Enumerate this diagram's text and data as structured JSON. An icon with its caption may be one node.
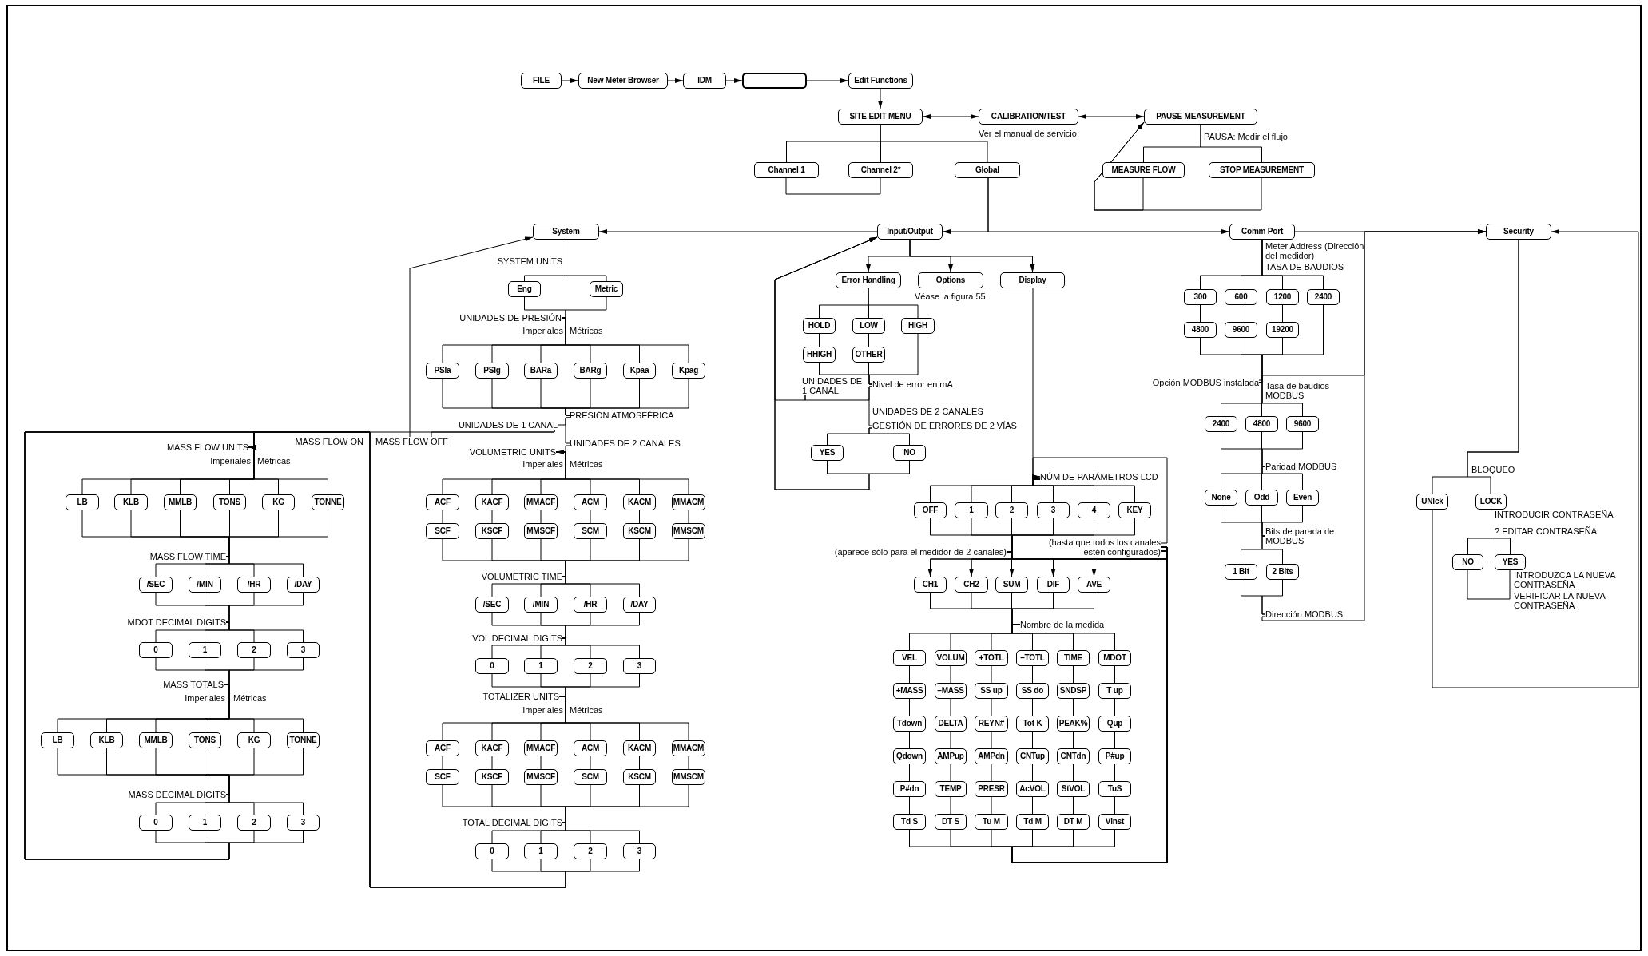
{
  "diagram": {
    "nodes": [
      {
        "text": [
          "FILE"
        ]
      },
      {
        "text": [
          "New Meter Browser"
        ]
      },
      {
        "text": [
          "IDM"
        ]
      },
      {
        "text": [],
        "shape": "box"
      },
      {
        "text": [
          "Edit Functions"
        ]
      },
      {
        "text": [
          "SITE EDIT MENU"
        ]
      },
      {
        "text": [
          "CALIBRATION/TEST"
        ]
      },
      {
        "text": [
          "PAUSE MEASUREMENT"
        ]
      },
      {
        "text": [
          "Channel 1"
        ]
      },
      {
        "text": [
          "Channel 2*"
        ]
      },
      {
        "text": [
          "Global"
        ]
      },
      {
        "text": [
          "MEASURE FLOW"
        ]
      },
      {
        "text": [
          "STOP MEASUREMENT"
        ]
      },
      {
        "text": [
          "System"
        ]
      },
      {
        "text": [
          "Input/Output"
        ]
      },
      {
        "text": [
          "Comm Port"
        ]
      },
      {
        "text": [
          "Security"
        ]
      },
      {
        "text": [
          "Eng"
        ]
      },
      {
        "text": [
          "Metric"
        ]
      },
      {
        "text": [
          "PSIa"
        ]
      },
      {
        "text": [
          "PSIg"
        ]
      },
      {
        "text": [
          "BARa"
        ]
      },
      {
        "text": [
          "BARg"
        ]
      },
      {
        "text": [
          "Kpaa"
        ]
      },
      {
        "text": [
          "Kpag"
        ]
      },
      {
        "text": [
          "LB"
        ]
      },
      {
        "text": [
          "KLB"
        ]
      },
      {
        "text": [
          "MMLB"
        ]
      },
      {
        "text": [
          "TONS"
        ]
      },
      {
        "text": [
          "KG"
        ]
      },
      {
        "text": [
          "TONNE"
        ]
      },
      {
        "text": [
          "ACF"
        ]
      },
      {
        "text": [
          "KACF"
        ]
      },
      {
        "text": [
          "MMACF"
        ]
      },
      {
        "text": [
          "ACM"
        ]
      },
      {
        "text": [
          "KACM"
        ]
      },
      {
        "text": [
          "MMACM"
        ]
      },
      {
        "text": [
          "SCF"
        ]
      },
      {
        "text": [
          "KSCF"
        ]
      },
      {
        "text": [
          "MMSCF"
        ]
      },
      {
        "text": [
          "SCM"
        ]
      },
      {
        "text": [
          "KSCM"
        ]
      },
      {
        "text": [
          "MMSCM"
        ]
      },
      {
        "text": [
          "/SEC"
        ]
      },
      {
        "text": [
          "/MIN"
        ]
      },
      {
        "text": [
          "/HR"
        ]
      },
      {
        "text": [
          "/DAY"
        ]
      },
      {
        "text": [
          "/SEC"
        ]
      },
      {
        "text": [
          "/MIN"
        ]
      },
      {
        "text": [
          "/HR"
        ]
      },
      {
        "text": [
          "/DAY"
        ]
      },
      {
        "text": [
          "0"
        ]
      },
      {
        "text": [
          "1"
        ]
      },
      {
        "text": [
          "2"
        ]
      },
      {
        "text": [
          "3"
        ]
      },
      {
        "text": [
          "0"
        ]
      },
      {
        "text": [
          "1"
        ]
      },
      {
        "text": [
          "2"
        ]
      },
      {
        "text": [
          "3"
        ]
      },
      {
        "text": [
          "LB"
        ]
      },
      {
        "text": [
          "KLB"
        ]
      },
      {
        "text": [
          "MMLB"
        ]
      },
      {
        "text": [
          "TONS"
        ]
      },
      {
        "text": [
          "KG"
        ]
      },
      {
        "text": [
          "TONNE"
        ]
      },
      {
        "text": [
          "ACF"
        ]
      },
      {
        "text": [
          "KACF"
        ]
      },
      {
        "text": [
          "MMACF"
        ]
      },
      {
        "text": [
          "ACM"
        ]
      },
      {
        "text": [
          "KACM"
        ]
      },
      {
        "text": [
          "MMACM"
        ]
      },
      {
        "text": [
          "SCF"
        ]
      },
      {
        "text": [
          "KSCF"
        ]
      },
      {
        "text": [
          "MMSCF"
        ]
      },
      {
        "text": [
          "SCM"
        ]
      },
      {
        "text": [
          "KSCM"
        ]
      },
      {
        "text": [
          "MMSCM"
        ]
      },
      {
        "text": [
          "0"
        ]
      },
      {
        "text": [
          "1"
        ]
      },
      {
        "text": [
          "2"
        ]
      },
      {
        "text": [
          "3"
        ]
      },
      {
        "text": [
          "0"
        ]
      },
      {
        "text": [
          "1"
        ]
      },
      {
        "text": [
          "2"
        ]
      },
      {
        "text": [
          "3"
        ]
      },
      {
        "text": [
          "Error Handling"
        ]
      },
      {
        "text": [
          "Options"
        ]
      },
      {
        "text": [
          "Display"
        ]
      },
      {
        "text": [
          "HOLD"
        ]
      },
      {
        "text": [
          "LOW"
        ]
      },
      {
        "text": [
          "HIGH"
        ]
      },
      {
        "text": [
          "HHIGH"
        ]
      },
      {
        "text": [
          "OTHER"
        ]
      },
      {
        "text": [
          "YES"
        ]
      },
      {
        "text": [
          "NO"
        ]
      },
      {
        "text": [
          "OFF"
        ]
      },
      {
        "text": [
          "1"
        ]
      },
      {
        "text": [
          "2"
        ]
      },
      {
        "text": [
          "3"
        ]
      },
      {
        "text": [
          "4"
        ]
      },
      {
        "text": [
          "KEY"
        ]
      },
      {
        "text": [
          "CH1"
        ]
      },
      {
        "text": [
          "CH2"
        ]
      },
      {
        "text": [
          "SUM"
        ]
      },
      {
        "text": [
          "DIF"
        ]
      },
      {
        "text": [
          "AVE"
        ]
      },
      {
        "text": [
          "VEL"
        ]
      },
      {
        "text": [
          "VOLUM"
        ]
      },
      {
        "text": [
          "+TOTL"
        ]
      },
      {
        "text": [
          "–TOTL"
        ]
      },
      {
        "text": [
          "TIME"
        ]
      },
      {
        "text": [
          "MDOT"
        ]
      },
      {
        "text": [
          "+MASS"
        ]
      },
      {
        "text": [
          "–MASS"
        ]
      },
      {
        "text": [
          "SS up"
        ]
      },
      {
        "text": [
          "SS do"
        ]
      },
      {
        "text": [
          "SNDSP"
        ]
      },
      {
        "text": [
          "T up"
        ]
      },
      {
        "text": [
          "Tdown"
        ]
      },
      {
        "text": [
          "DELTA"
        ]
      },
      {
        "text": [
          "REYN#"
        ]
      },
      {
        "text": [
          "Tot K"
        ]
      },
      {
        "text": [
          "PEAK%"
        ]
      },
      {
        "text": [
          "Qup"
        ]
      },
      {
        "text": [
          "Qdown"
        ]
      },
      {
        "text": [
          "AMPup"
        ]
      },
      {
        "text": [
          "AMPdn"
        ]
      },
      {
        "text": [
          "CNTup"
        ]
      },
      {
        "text": [
          "CNTdn"
        ]
      },
      {
        "text": [
          "P#up"
        ]
      },
      {
        "text": [
          "P#dn"
        ]
      },
      {
        "text": [
          "TEMP"
        ]
      },
      {
        "text": [
          "PRESR"
        ]
      },
      {
        "text": [
          "AcVOL"
        ]
      },
      {
        "text": [
          "StVOL"
        ]
      },
      {
        "text": [
          "TuS"
        ]
      },
      {
        "text": [
          "Td S"
        ]
      },
      {
        "text": [
          "DT S"
        ]
      },
      {
        "text": [
          "Tu M"
        ]
      },
      {
        "text": [
          "Td M"
        ]
      },
      {
        "text": [
          "DT M"
        ]
      },
      {
        "text": [
          "Vinst"
        ]
      },
      {
        "text": [
          "300"
        ]
      },
      {
        "text": [
          "600"
        ]
      },
      {
        "text": [
          "1200"
        ]
      },
      {
        "text": [
          "2400"
        ]
      },
      {
        "text": [
          "4800"
        ]
      },
      {
        "text": [
          "9600"
        ]
      },
      {
        "text": [
          "19200"
        ]
      },
      {
        "text": [
          "2400"
        ]
      },
      {
        "text": [
          "4800"
        ]
      },
      {
        "text": [
          "9600"
        ]
      },
      {
        "text": [
          "None"
        ]
      },
      {
        "text": [
          "Odd"
        ]
      },
      {
        "text": [
          "Even"
        ]
      },
      {
        "text": [
          "1 Bit"
        ]
      },
      {
        "text": [
          "2 Bits"
        ]
      },
      {
        "text": [
          "UNlck"
        ]
      },
      {
        "text": [
          "LOCK"
        ]
      },
      {
        "text": [
          "NO"
        ]
      },
      {
        "text": [
          "YES"
        ]
      },
      {
        "text": [
          "UNIDADES DE PRESIÓN"
        ]
      },
      {
        "text": [
          "PRESIÓN ATMOSFÉRICA"
        ]
      },
      {
        "text": [
          "UNIDADES DE 1 CANAL"
        ]
      },
      {
        "text": [
          "MASS FLOW OFF"
        ]
      },
      {
        "text": [
          "UNIDADES DE 2 CANALES"
        ]
      },
      {
        "text": [
          "VOLUMETRIC UNITS"
        ]
      },
      {
        "text": [
          "MASS FLOW UNITS"
        ]
      },
      {
        "text": [
          "MASS FLOW TIME"
        ]
      },
      {
        "text": [
          "VOLUMETRIC TIME"
        ]
      },
      {
        "text": [
          "MDOT DECIMAL DIGITS"
        ]
      },
      {
        "text": [
          "VOL DECIMAL DIGITS"
        ]
      },
      {
        "text": [
          "MASS TOTALS"
        ]
      },
      {
        "text": [
          "TOTALIZER UNITS"
        ]
      },
      {
        "text": [
          "MASS DECIMAL DIGITS"
        ]
      },
      {
        "text": [
          "TOTAL DECIMAL DIGITS"
        ]
      },
      {
        "text": [
          "Nivel de error en mA"
        ]
      },
      {
        "text": [
          "UNIDADES DE 1 CANAL"
        ]
      },
      {
        "text": [
          "GESTIÓN DE ERRORES DE 2 VÍAS"
        ]
      },
      {
        "text": [
          "NÚM DE PARÁMETROS LCD"
        ]
      },
      {
        "text": [
          "(hasta que todos los canales estén configurados)"
        ]
      },
      {
        "text": [
          "(aparece sólo para el medidor de 2 canales)"
        ]
      },
      {
        "text": [
          "Nombre de la medida"
        ]
      },
      {
        "text": [
          "Opción MODBUS instalada"
        ]
      },
      {
        "text": [
          "Paridad MODBUS"
        ]
      },
      {
        "text": [
          "Bits de parada de MODBUS"
        ]
      },
      {
        "text": [
          "Dirección MODBUS"
        ]
      }
    ],
    "edges": [
      {
        "from": 0,
        "to": 1,
        "arrow": "to"
      },
      {
        "from": 1,
        "to": 2,
        "arrow": "to"
      },
      {
        "from": 2,
        "to": 3,
        "arrow": "to"
      },
      {
        "from": 3,
        "to": 4,
        "arrow": "to"
      },
      {
        "from": 4,
        "to": 5,
        "arrow": "to"
      },
      {
        "from": 5,
        "to": 6,
        "arrow": "both"
      },
      {
        "from": 6,
        "to": 7,
        "arrow": "both"
      },
      {
        "from": 5,
        "to": 8,
        "arrow": "none"
      },
      {
        "from": 5,
        "to": 9,
        "arrow": "none"
      },
      {
        "from": 5,
        "to": 10,
        "arrow": "none"
      },
      {
        "from": 8,
        "to": 9,
        "arrow": "none"
      },
      {
        "from": 7,
        "to": 11,
        "arrow": "none"
      },
      {
        "from": 7,
        "to": 12,
        "arrow": "none"
      },
      {
        "from": 11,
        "to": 7,
        "arrow": "to"
      },
      {
        "from": 12,
        "to": 7,
        "arrow": "to"
      },
      {
        "from": 10,
        "to": 14,
        "arrow": "to"
      },
      {
        "from": 10,
        "to": 15,
        "arrow": "to"
      },
      {
        "from": 14,
        "to": 13,
        "arrow": "to"
      },
      {
        "from": 15,
        "to": 16,
        "arrow": "to"
      },
      {
        "from": 13,
        "to": 17,
        "arrow": "none"
      },
      {
        "from": 13,
        "to": 18,
        "arrow": "none"
      },
      {
        "from": 17,
        "to": 161,
        "arrow": "none"
      },
      {
        "from": 18,
        "to": 161,
        "arrow": "none"
      },
      {
        "from": 161,
        "to": 19,
        "arrow": "none"
      },
      {
        "from": 161,
        "to": 20,
        "arrow": "none"
      },
      {
        "from": 161,
        "to": 21,
        "arrow": "none"
      },
      {
        "from": 161,
        "to": 22,
        "arrow": "none"
      },
      {
        "from": 161,
        "to": 23,
        "arrow": "none"
      },
      {
        "from": 161,
        "to": 24,
        "arrow": "none"
      },
      {
        "from": 19,
        "to": 162,
        "arrow": "none"
      },
      {
        "from": 20,
        "to": 162,
        "arrow": "none"
      },
      {
        "from": 21,
        "to": 162,
        "arrow": "none"
      },
      {
        "from": 22,
        "to": 162,
        "arrow": "none"
      },
      {
        "from": 23,
        "to": 162,
        "arrow": "none"
      },
      {
        "from": 24,
        "to": 162,
        "arrow": "none"
      },
      {
        "from": 162,
        "to": 163,
        "arrow": "none"
      },
      {
        "from": 162,
        "to": 165,
        "arrow": "none"
      },
      {
        "from": 165,
        "to": 166,
        "arrow": "to"
      },
      {
        "from": 163,
        "to": 164,
        "arrow": "none"
      },
      {
        "from": 163,
        "to": 167,
        "arrow": "none"
      },
      {
        "from": 164,
        "to": 13,
        "arrow": "to"
      },
      {
        "from": 166,
        "to": 31,
        "arrow": "none"
      },
      {
        "from": 166,
        "to": 32,
        "arrow": "none"
      },
      {
        "from": 166,
        "to": 33,
        "arrow": "none"
      },
      {
        "from": 166,
        "to": 34,
        "arrow": "none"
      },
      {
        "from": 166,
        "to": 35,
        "arrow": "none"
      },
      {
        "from": 166,
        "to": 36,
        "arrow": "none"
      },
      {
        "from": 31,
        "to": 37,
        "arrow": "none"
      },
      {
        "from": 32,
        "to": 38,
        "arrow": "none"
      },
      {
        "from": 33,
        "to": 39,
        "arrow": "none"
      },
      {
        "from": 34,
        "to": 40,
        "arrow": "none"
      },
      {
        "from": 35,
        "to": 41,
        "arrow": "none"
      },
      {
        "from": 36,
        "to": 42,
        "arrow": "none"
      },
      {
        "from": 37,
        "to": 169,
        "arrow": "none"
      },
      {
        "from": 38,
        "to": 169,
        "arrow": "none"
      },
      {
        "from": 39,
        "to": 169,
        "arrow": "none"
      },
      {
        "from": 40,
        "to": 169,
        "arrow": "none"
      },
      {
        "from": 41,
        "to": 169,
        "arrow": "none"
      },
      {
        "from": 42,
        "to": 169,
        "arrow": "none"
      },
      {
        "from": 169,
        "to": 47,
        "arrow": "none"
      },
      {
        "from": 169,
        "to": 48,
        "arrow": "none"
      },
      {
        "from": 169,
        "to": 49,
        "arrow": "none"
      },
      {
        "from": 169,
        "to": 50,
        "arrow": "none"
      },
      {
        "from": 47,
        "to": 171,
        "arrow": "none"
      },
      {
        "from": 48,
        "to": 171,
        "arrow": "none"
      },
      {
        "from": 49,
        "to": 171,
        "arrow": "none"
      },
      {
        "from": 50,
        "to": 171,
        "arrow": "none"
      },
      {
        "from": 171,
        "to": 55,
        "arrow": "none"
      },
      {
        "from": 171,
        "to": 56,
        "arrow": "none"
      },
      {
        "from": 171,
        "to": 57,
        "arrow": "none"
      },
      {
        "from": 171,
        "to": 58,
        "arrow": "none"
      },
      {
        "from": 55,
        "to": 173,
        "arrow": "none"
      },
      {
        "from": 56,
        "to": 173,
        "arrow": "none"
      },
      {
        "from": 57,
        "to": 173,
        "arrow": "none"
      },
      {
        "from": 58,
        "to": 173,
        "arrow": "none"
      },
      {
        "from": 173,
        "to": 65,
        "arrow": "none"
      },
      {
        "from": 173,
        "to": 66,
        "arrow": "none"
      },
      {
        "from": 173,
        "to": 67,
        "arrow": "none"
      },
      {
        "from": 173,
        "to": 68,
        "arrow": "none"
      },
      {
        "from": 173,
        "to": 69,
        "arrow": "none"
      },
      {
        "from": 173,
        "to": 70,
        "arrow": "none"
      },
      {
        "from": 65,
        "to": 71,
        "arrow": "none"
      },
      {
        "from": 66,
        "to": 72,
        "arrow": "none"
      },
      {
        "from": 67,
        "to": 73,
        "arrow": "none"
      },
      {
        "from": 68,
        "to": 74,
        "arrow": "none"
      },
      {
        "from": 69,
        "to": 75,
        "arrow": "none"
      },
      {
        "from": 70,
        "to": 76,
        "arrow": "none"
      },
      {
        "from": 71,
        "to": 175,
        "arrow": "none"
      },
      {
        "from": 72,
        "to": 175,
        "arrow": "none"
      },
      {
        "from": 73,
        "to": 175,
        "arrow": "none"
      },
      {
        "from": 74,
        "to": 175,
        "arrow": "none"
      },
      {
        "from": 75,
        "to": 175,
        "arrow": "none"
      },
      {
        "from": 76,
        "to": 175,
        "arrow": "none"
      },
      {
        "from": 175,
        "to": 81,
        "arrow": "none"
      },
      {
        "from": 175,
        "to": 82,
        "arrow": "none"
      },
      {
        "from": 175,
        "to": 83,
        "arrow": "none"
      },
      {
        "from": 175,
        "to": 84,
        "arrow": "none"
      },
      {
        "from": 81,
        "to": 167,
        "arrow": "to"
      },
      {
        "from": 82,
        "to": 167,
        "arrow": "to"
      },
      {
        "from": 83,
        "to": 167,
        "arrow": "to"
      },
      {
        "from": 84,
        "to": 167,
        "arrow": "to"
      },
      {
        "from": 167,
        "to": 25,
        "arrow": "none"
      },
      {
        "from": 167,
        "to": 26,
        "arrow": "none"
      },
      {
        "from": 167,
        "to": 27,
        "arrow": "none"
      },
      {
        "from": 167,
        "to": 28,
        "arrow": "none"
      },
      {
        "from": 167,
        "to": 29,
        "arrow": "none"
      },
      {
        "from": 167,
        "to": 30,
        "arrow": "none"
      },
      {
        "from": 25,
        "to": 168,
        "arrow": "none"
      },
      {
        "from": 26,
        "to": 168,
        "arrow": "none"
      },
      {
        "from": 27,
        "to": 168,
        "arrow": "none"
      },
      {
        "from": 28,
        "to": 168,
        "arrow": "none"
      },
      {
        "from": 29,
        "to": 168,
        "arrow": "none"
      },
      {
        "from": 30,
        "to": 168,
        "arrow": "none"
      },
      {
        "from": 168,
        "to": 43,
        "arrow": "none"
      },
      {
        "from": 168,
        "to": 44,
        "arrow": "none"
      },
      {
        "from": 168,
        "to": 45,
        "arrow": "none"
      },
      {
        "from": 168,
        "to": 46,
        "arrow": "none"
      },
      {
        "from": 43,
        "to": 170,
        "arrow": "none"
      },
      {
        "from": 44,
        "to": 170,
        "arrow": "none"
      },
      {
        "from": 45,
        "to": 170,
        "arrow": "none"
      },
      {
        "from": 46,
        "to": 170,
        "arrow": "none"
      },
      {
        "from": 170,
        "to": 51,
        "arrow": "none"
      },
      {
        "from": 170,
        "to": 52,
        "arrow": "none"
      },
      {
        "from": 170,
        "to": 53,
        "arrow": "none"
      },
      {
        "from": 170,
        "to": 54,
        "arrow": "none"
      },
      {
        "from": 51,
        "to": 172,
        "arrow": "none"
      },
      {
        "from": 52,
        "to": 172,
        "arrow": "none"
      },
      {
        "from": 53,
        "to": 172,
        "arrow": "none"
      },
      {
        "from": 54,
        "to": 172,
        "arrow": "none"
      },
      {
        "from": 172,
        "to": 59,
        "arrow": "none"
      },
      {
        "from": 172,
        "to": 60,
        "arrow": "none"
      },
      {
        "from": 172,
        "to": 61,
        "arrow": "none"
      },
      {
        "from": 172,
        "to": 62,
        "arrow": "none"
      },
      {
        "from": 172,
        "to": 63,
        "arrow": "none"
      },
      {
        "from": 172,
        "to": 64,
        "arrow": "none"
      },
      {
        "from": 59,
        "to": 174,
        "arrow": "none"
      },
      {
        "from": 60,
        "to": 174,
        "arrow": "none"
      },
      {
        "from": 61,
        "to": 174,
        "arrow": "none"
      },
      {
        "from": 62,
        "to": 174,
        "arrow": "none"
      },
      {
        "from": 63,
        "to": 174,
        "arrow": "none"
      },
      {
        "from": 64,
        "to": 174,
        "arrow": "none"
      },
      {
        "from": 174,
        "to": 77,
        "arrow": "none"
      },
      {
        "from": 174,
        "to": 78,
        "arrow": "none"
      },
      {
        "from": 174,
        "to": 79,
        "arrow": "none"
      },
      {
        "from": 174,
        "to": 80,
        "arrow": "none"
      },
      {
        "from": 77,
        "to": 167,
        "arrow": "none"
      },
      {
        "from": 78,
        "to": 167,
        "arrow": "none"
      },
      {
        "from": 79,
        "to": 167,
        "arrow": "none"
      },
      {
        "from": 80,
        "to": 167,
        "arrow": "none"
      },
      {
        "from": 14,
        "to": 85,
        "arrow": "to"
      },
      {
        "from": 14,
        "to": 86,
        "arrow": "to"
      },
      {
        "from": 14,
        "to": 87,
        "arrow": "to"
      },
      {
        "from": 85,
        "to": 88,
        "arrow": "none"
      },
      {
        "from": 85,
        "to": 89,
        "arrow": "none"
      },
      {
        "from": 85,
        "to": 90,
        "arrow": "none"
      },
      {
        "from": 88,
        "to": 91,
        "arrow": "none"
      },
      {
        "from": 89,
        "to": 92,
        "arrow": "none"
      },
      {
        "from": 91,
        "to": 176,
        "arrow": "none"
      },
      {
        "from": 92,
        "to": 176,
        "arrow": "none"
      },
      {
        "from": 90,
        "to": 176,
        "arrow": "none"
      },
      {
        "from": 176,
        "to": 177,
        "arrow": "none"
      },
      {
        "from": 177,
        "to": 14,
        "arrow": "to"
      },
      {
        "from": 176,
        "to": 178,
        "arrow": "none"
      },
      {
        "from": 178,
        "to": 93,
        "arrow": "none"
      },
      {
        "from": 178,
        "to": 94,
        "arrow": "none"
      },
      {
        "from": 93,
        "to": 14,
        "arrow": "to"
      },
      {
        "from": 94,
        "to": 14,
        "arrow": "to"
      },
      {
        "from": 87,
        "to": 179,
        "arrow": "to"
      },
      {
        "from": 179,
        "to": 95,
        "arrow": "none"
      },
      {
        "from": 179,
        "to": 96,
        "arrow": "none"
      },
      {
        "from": 179,
        "to": 97,
        "arrow": "none"
      },
      {
        "from": 179,
        "to": 98,
        "arrow": "none"
      },
      {
        "from": 179,
        "to": 99,
        "arrow": "none"
      },
      {
        "from": 179,
        "to": 100,
        "arrow": "none"
      },
      {
        "from": 95,
        "to": 181,
        "arrow": "none"
      },
      {
        "from": 96,
        "to": 181,
        "arrow": "none"
      },
      {
        "from": 97,
        "to": 181,
        "arrow": "none"
      },
      {
        "from": 98,
        "to": 181,
        "arrow": "none"
      },
      {
        "from": 99,
        "to": 181,
        "arrow": "none"
      },
      {
        "from": 100,
        "to": 181,
        "arrow": "none"
      },
      {
        "from": 181,
        "to": 101,
        "arrow": "none"
      },
      {
        "from": 181,
        "to": 102,
        "arrow": "none"
      },
      {
        "from": 181,
        "to": 103,
        "arrow": "none"
      },
      {
        "from": 181,
        "to": 104,
        "arrow": "none"
      },
      {
        "from": 181,
        "to": 105,
        "arrow": "none"
      },
      {
        "from": 101,
        "to": 182,
        "arrow": "none"
      },
      {
        "from": 102,
        "to": 182,
        "arrow": "none"
      },
      {
        "from": 103,
        "to": 182,
        "arrow": "none"
      },
      {
        "from": 104,
        "to": 182,
        "arrow": "none"
      },
      {
        "from": 105,
        "to": 182,
        "arrow": "none"
      },
      {
        "from": 182,
        "to": 106,
        "arrow": "none"
      },
      {
        "from": 182,
        "to": 107,
        "arrow": "none"
      },
      {
        "from": 182,
        "to": 108,
        "arrow": "none"
      },
      {
        "from": 182,
        "to": 109,
        "arrow": "none"
      },
      {
        "from": 182,
        "to": 110,
        "arrow": "none"
      },
      {
        "from": 182,
        "to": 111,
        "arrow": "none"
      },
      {
        "from": 106,
        "to": 112,
        "arrow": "none"
      },
      {
        "from": 107,
        "to": 113,
        "arrow": "none"
      },
      {
        "from": 108,
        "to": 114,
        "arrow": "none"
      },
      {
        "from": 109,
        "to": 115,
        "arrow": "none"
      },
      {
        "from": 110,
        "to": 116,
        "arrow": "none"
      },
      {
        "from": 111,
        "to": 117,
        "arrow": "none"
      },
      {
        "from": 112,
        "to": 118,
        "arrow": "none"
      },
      {
        "from": 113,
        "to": 119,
        "arrow": "none"
      },
      {
        "from": 114,
        "to": 120,
        "arrow": "none"
      },
      {
        "from": 115,
        "to": 121,
        "arrow": "none"
      },
      {
        "from": 116,
        "to": 122,
        "arrow": "none"
      },
      {
        "from": 117,
        "to": 123,
        "arrow": "none"
      },
      {
        "from": 118,
        "to": 124,
        "arrow": "none"
      },
      {
        "from": 119,
        "to": 125,
        "arrow": "none"
      },
      {
        "from": 120,
        "to": 126,
        "arrow": "none"
      },
      {
        "from": 121,
        "to": 127,
        "arrow": "none"
      },
      {
        "from": 122,
        "to": 128,
        "arrow": "none"
      },
      {
        "from": 123,
        "to": 129,
        "arrow": "none"
      },
      {
        "from": 124,
        "to": 130,
        "arrow": "none"
      },
      {
        "from": 125,
        "to": 131,
        "arrow": "none"
      },
      {
        "from": 126,
        "to": 132,
        "arrow": "none"
      },
      {
        "from": 127,
        "to": 133,
        "arrow": "none"
      },
      {
        "from": 128,
        "to": 134,
        "arrow": "none"
      },
      {
        "from": 129,
        "to": 135,
        "arrow": "none"
      },
      {
        "from": 130,
        "to": 136,
        "arrow": "none"
      },
      {
        "from": 131,
        "to": 137,
        "arrow": "none"
      },
      {
        "from": 132,
        "to": 138,
        "arrow": "none"
      },
      {
        "from": 133,
        "to": 139,
        "arrow": "none"
      },
      {
        "from": 134,
        "to": 140,
        "arrow": "none"
      },
      {
        "from": 135,
        "to": 141,
        "arrow": "none"
      },
      {
        "from": 136,
        "to": 180,
        "arrow": "none"
      },
      {
        "from": 137,
        "to": 180,
        "arrow": "none"
      },
      {
        "from": 138,
        "to": 180,
        "arrow": "none"
      },
      {
        "from": 139,
        "to": 180,
        "arrow": "none"
      },
      {
        "from": 140,
        "to": 180,
        "arrow": "none"
      },
      {
        "from": 141,
        "to": 180,
        "arrow": "none"
      },
      {
        "from": 180,
        "to": 179,
        "arrow": "to"
      },
      {
        "from": 180,
        "to": 101,
        "arrow": "to"
      },
      {
        "from": 180,
        "to": 102,
        "arrow": "to"
      },
      {
        "from": 180,
        "to": 103,
        "arrow": "to"
      },
      {
        "from": 180,
        "to": 104,
        "arrow": "to"
      },
      {
        "from": 180,
        "to": 105,
        "arrow": "to"
      },
      {
        "from": 15,
        "to": 142,
        "arrow": "none"
      },
      {
        "from": 15,
        "to": 143,
        "arrow": "none"
      },
      {
        "from": 15,
        "to": 144,
        "arrow": "none"
      },
      {
        "from": 15,
        "to": 145,
        "arrow": "none"
      },
      {
        "from": 142,
        "to": 146,
        "arrow": "none"
      },
      {
        "from": 143,
        "to": 147,
        "arrow": "none"
      },
      {
        "from": 144,
        "to": 148,
        "arrow": "none"
      },
      {
        "from": 146,
        "to": 183,
        "arrow": "none"
      },
      {
        "from": 147,
        "to": 183,
        "arrow": "none"
      },
      {
        "from": 148,
        "to": 183,
        "arrow": "none"
      },
      {
        "from": 145,
        "to": 183,
        "arrow": "none"
      },
      {
        "from": 183,
        "to": 16,
        "arrow": "to"
      },
      {
        "from": 183,
        "to": 149,
        "arrow": "none"
      },
      {
        "from": 183,
        "to": 150,
        "arrow": "none"
      },
      {
        "from": 183,
        "to": 151,
        "arrow": "none"
      },
      {
        "from": 149,
        "to": 184,
        "arrow": "none"
      },
      {
        "from": 150,
        "to": 184,
        "arrow": "none"
      },
      {
        "from": 151,
        "to": 184,
        "arrow": "none"
      },
      {
        "from": 184,
        "to": 152,
        "arrow": "none"
      },
      {
        "from": 184,
        "to": 153,
        "arrow": "none"
      },
      {
        "from": 184,
        "to": 154,
        "arrow": "none"
      },
      {
        "from": 152,
        "to": 185,
        "arrow": "none"
      },
      {
        "from": 153,
        "to": 185,
        "arrow": "none"
      },
      {
        "from": 154,
        "to": 185,
        "arrow": "none"
      },
      {
        "from": 185,
        "to": 155,
        "arrow": "none"
      },
      {
        "from": 185,
        "to": 156,
        "arrow": "none"
      },
      {
        "from": 155,
        "to": 186,
        "arrow": "none"
      },
      {
        "from": 156,
        "to": 186,
        "arrow": "none"
      },
      {
        "from": 186,
        "to": 16,
        "arrow": "to"
      },
      {
        "from": 16,
        "to": 157,
        "arrow": "none"
      },
      {
        "from": 16,
        "to": 158,
        "arrow": "none"
      },
      {
        "from": 158,
        "to": 159,
        "arrow": "none"
      },
      {
        "from": 158,
        "to": 160,
        "arrow": "none"
      },
      {
        "from": 159,
        "to": 160,
        "arrow": "none"
      },
      {
        "from": 157,
        "to": 16,
        "arrow": "to"
      }
    ],
    "labels": [
      "Ver el manual de servicio",
      "PAUSA: Medir el flujo",
      "SYSTEM UNITS",
      "Imperiales",
      "Métricas",
      "MASS FLOW ON",
      "Imperiales",
      "Métricas",
      "Imperiales",
      "Métricas",
      "Imperiales",
      "Métricas",
      "Imperiales",
      "Métricas",
      "Véase la figura 55",
      "UNIDADES DE 2 CANALES",
      "Meter Address (Dirección del medidor)",
      "TASA DE BAUDIOS",
      "Tasa de baudios MODBUS",
      "BLOQUEO",
      "INTRODUCIR CONTRASEÑA",
      "? EDITAR CONTRASEÑA",
      "INTRODUZCA LA NUEVA CONTRASEÑA",
      "VERIFICAR LA NUEVA CONTRASEÑA"
    ]
  }
}
